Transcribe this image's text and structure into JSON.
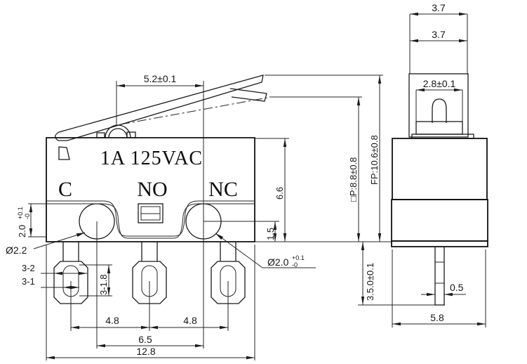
{
  "front_view": {
    "rating": "1A  125VAC",
    "terminal_labels": {
      "common": "C",
      "normally_open": "NO",
      "normally_closed": "NC"
    },
    "dimensions": {
      "lever_width": "5.2±0.1",
      "step_height": "2.0",
      "step_height_tol_plus": "+0.1",
      "step_height_tol_minus": "-0",
      "button_dia": "Ø2.2",
      "slot_outer": "3-2",
      "slot_inner": "3-1",
      "slot_height": "3-1.8",
      "pitch_left": "4.8",
      "pitch_right": "4.8",
      "button_pitch": "6.5",
      "body_width": "12.8",
      "button_offset": "1.5",
      "body_height": "6.6",
      "button_dia2": "Ø2.0",
      "button_dia2_tol_plus": "+0.1",
      "button_dia2_tol_minus": "-0",
      "operating_position": "□P:8.8±0.8",
      "free_position": "FP:10.6±0.8",
      "terminal_length": "3.5.0±0.1"
    }
  },
  "side_view": {
    "dimensions": {
      "lever_span": "3.7",
      "cap_width": "3.7",
      "plunger_width": "2.8±0.1",
      "terminal_thickness": "0.5",
      "body_depth": "5.8"
    }
  },
  "colors": {
    "line": "#1c1c1c",
    "background": "#ffffff"
  }
}
